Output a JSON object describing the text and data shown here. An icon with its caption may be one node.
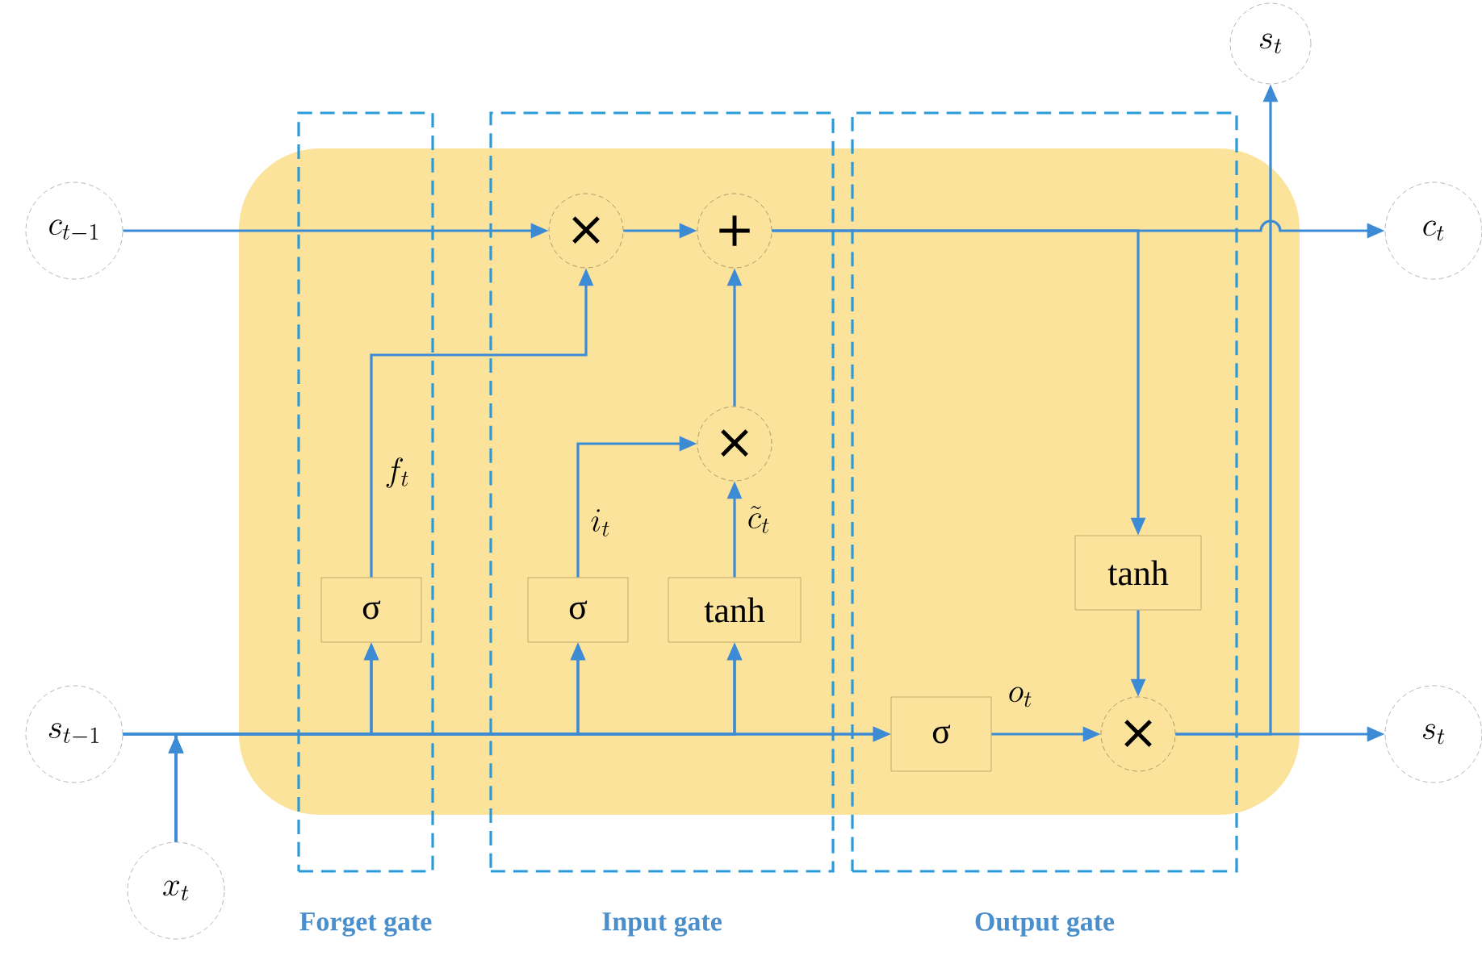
{
  "diagram": {
    "nodes": [
      {
        "text": [
          "c_{t-1}"
        ]
      },
      {
        "text": [
          "s_t"
        ]
      },
      {
        "text": [
          "c_t"
        ]
      },
      {
        "text": [
          "Forget gate"
        ]
      },
      {
        "text": [
          "Input gate"
        ]
      },
      {
        "text": [
          "Output gate"
        ]
      },
      {
        "text": [
          "×"
        ],
        "in": 4
      },
      {
        "text": [
          "+"
        ],
        "in": 4
      },
      {
        "text": [
          "×"
        ],
        "in": 4
      },
      {
        "text": [
          "σ"
        ],
        "in": 3
      },
      {
        "text": [
          "σ"
        ],
        "in": 4
      },
      {
        "text": [
          "tanh"
        ],
        "in": 4
      },
      {
        "text": [
          "tanh"
        ],
        "in": 5
      },
      {
        "text": [
          "σ"
        ],
        "in": 5
      },
      {
        "text": [
          "×"
        ],
        "in": 5
      },
      {
        "text": [
          "s_{t-1}"
        ]
      },
      {
        "text": [
          "x_t"
        ]
      },
      {
        "text": [
          "s_t"
        ]
      }
    ],
    "edges": [
      {
        "from": 0,
        "to": 6,
        "arrow": "to"
      },
      {
        "from": 6,
        "to": 7,
        "arrow": "to"
      },
      {
        "from": 8,
        "to": 7,
        "arrow": "to"
      },
      {
        "from": 9,
        "to": 6,
        "arrow": "to",
        "label": "f_t"
      },
      {
        "from": 10,
        "to": 8,
        "arrow": "to",
        "label": "i_t"
      },
      {
        "from": 11,
        "to": 8,
        "arrow": "to",
        "label": "\\tilde{c}_t"
      },
      {
        "from": 7,
        "to": 2,
        "arrow": "to"
      },
      {
        "from": 7,
        "to": 12,
        "arrow": "to"
      },
      {
        "from": 12,
        "to": 14,
        "arrow": "to"
      },
      {
        "from": 13,
        "to": 14,
        "arrow": "to",
        "label": "o_t"
      },
      {
        "from": 14,
        "to": 17,
        "arrow": "to"
      },
      {
        "from": 14,
        "to": 1,
        "arrow": "to"
      },
      {
        "from": 15,
        "to": 9,
        "arrow": "to"
      },
      {
        "from": 15,
        "to": 10,
        "arrow": "to"
      },
      {
        "from": 15,
        "to": 11,
        "arrow": "to"
      },
      {
        "from": 15,
        "to": 13,
        "arrow": "to"
      },
      {
        "from": 16,
        "to": 9,
        "arrow": "to"
      },
      {
        "from": 16,
        "to": 10,
        "arrow": "to"
      },
      {
        "from": 16,
        "to": 11,
        "arrow": "to"
      },
      {
        "from": 16,
        "to": 13,
        "arrow": "to"
      }
    ]
  }
}
